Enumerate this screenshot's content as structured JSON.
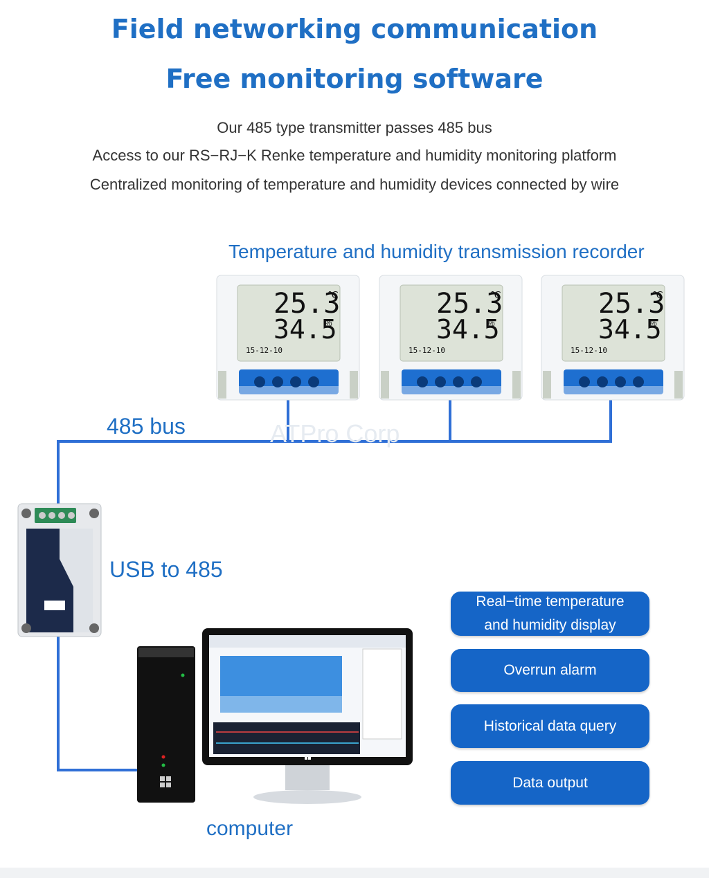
{
  "header": {
    "title_line1": "Field networking communication",
    "title_line2": "Free monitoring software"
  },
  "intro": {
    "line1": "Our 485 type transmitter passes 485 bus",
    "line2": "Access to our RS−RJ−K Renke temperature and humidity monitoring platform",
    "line3": "Centralized monitoring of temperature and humidity devices connected by wire"
  },
  "recorder_label": "Temperature and humidity transmission recorder",
  "bus_label": "485 bus",
  "converter_label": "USB to 485",
  "computer_label": "computer",
  "watermark": "ATPro Corp",
  "devices": [
    {
      "temp": "25.3",
      "temp_unit": "℃",
      "humidity": "34.5",
      "humidity_unit": "%",
      "date": "15-12-10"
    },
    {
      "temp": "25.3",
      "temp_unit": "℃",
      "humidity": "34.5",
      "humidity_unit": "%",
      "date": "15-12-10"
    },
    {
      "temp": "25.3",
      "temp_unit": "℃",
      "humidity": "34.5",
      "humidity_unit": "%",
      "date": "15-12-10"
    }
  ],
  "features": [
    {
      "label": "Real−time temperature\nand humidity display"
    },
    {
      "label": "Overrun alarm"
    },
    {
      "label": "Historical data query"
    },
    {
      "label": "Data output"
    }
  ],
  "colors": {
    "title": "#1f6fc4",
    "bus_line": "#2f6fd6",
    "feature_bg": "#1565c7",
    "lcd": "#cfd8c8"
  }
}
